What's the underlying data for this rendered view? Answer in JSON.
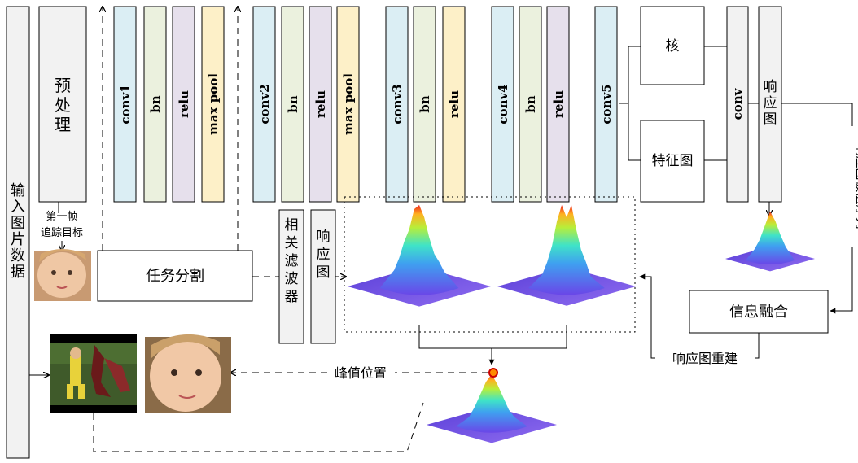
{
  "input_label": [
    "输",
    "入",
    "图",
    "片",
    "数",
    "据"
  ],
  "preprocess": [
    "预",
    "处",
    "理"
  ],
  "first_frame": [
    "第一帧",
    "追踪目标"
  ],
  "task_split": "任务分割",
  "layers": [
    {
      "label": "conv1",
      "kind": "conv"
    },
    {
      "label": "bn",
      "kind": "bn"
    },
    {
      "label": "relu",
      "kind": "relu"
    },
    {
      "label": "max pool",
      "kind": "pool"
    },
    {
      "label": "conv2",
      "kind": "conv"
    },
    {
      "label": "bn",
      "kind": "bn"
    },
    {
      "label": "relu",
      "kind": "relu"
    },
    {
      "label": "max pool",
      "kind": "pool"
    },
    {
      "label": "conv3",
      "kind": "conv"
    },
    {
      "label": "bn",
      "kind": "bn"
    },
    {
      "label": "relu",
      "kind": "pool"
    },
    {
      "label": "conv4",
      "kind": "conv"
    },
    {
      "label": "bn",
      "kind": "bn"
    },
    {
      "label": "relu",
      "kind": "relu"
    },
    {
      "label": "conv5",
      "kind": "conv"
    }
  ],
  "kernel": "核",
  "feature_map": "特征图",
  "conv_final": "conv",
  "response_map_v": [
    "响",
    "应",
    "图"
  ],
  "corr_filter": [
    "相",
    "关",
    "滤",
    "波",
    "器"
  ],
  "response_map_v2": [
    "响",
    "应",
    "图"
  ],
  "response_seq": "响应图极值序列",
  "info_fusion": "信息融合",
  "rebuild": "响应图重建",
  "peak_pos": "峰值位置",
  "colors": {
    "conv": "#dbeef4",
    "bn": "#ebf1de",
    "relu": "#e6e0ec",
    "pool": "#fdf0c8",
    "gray": "#f2f2f2"
  }
}
